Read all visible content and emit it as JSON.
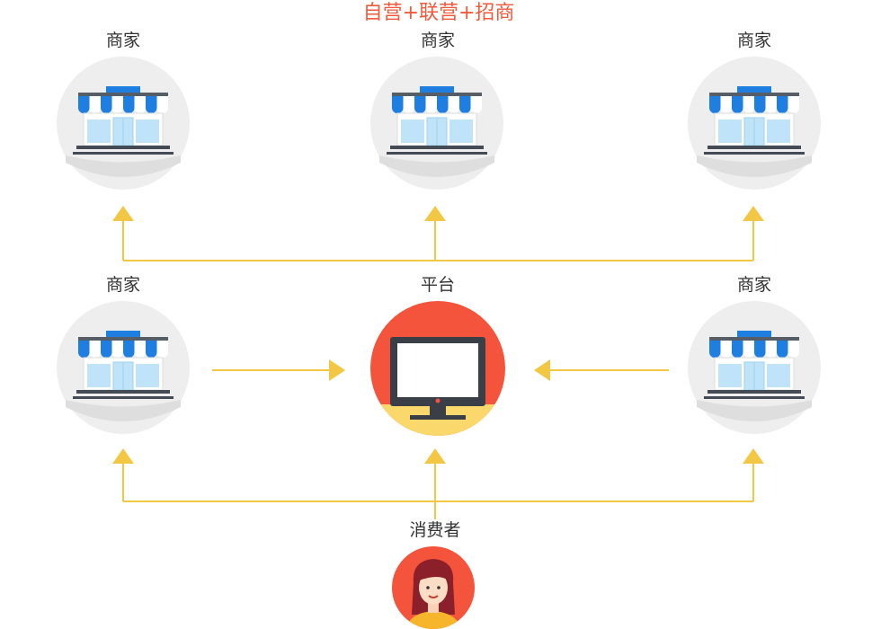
{
  "title": "自营+联营+招商",
  "nodes": {
    "merchant_top_left": "商家",
    "merchant_top_center": "商家",
    "merchant_top_right": "商家",
    "merchant_mid_left": "商家",
    "platform": "平台",
    "merchant_mid_right": "商家",
    "consumer": "消费者"
  },
  "colors": {
    "title": "#f05a3c",
    "arrow": "#f2c744",
    "platform_bg": "#f4543c",
    "avatar_bg": "#f4543c",
    "store_circle": "#eeeeee",
    "awning_blue": "#1e7fe0"
  },
  "icons": {
    "store": "store-icon",
    "monitor": "monitor-icon",
    "avatar": "woman-avatar-icon"
  }
}
